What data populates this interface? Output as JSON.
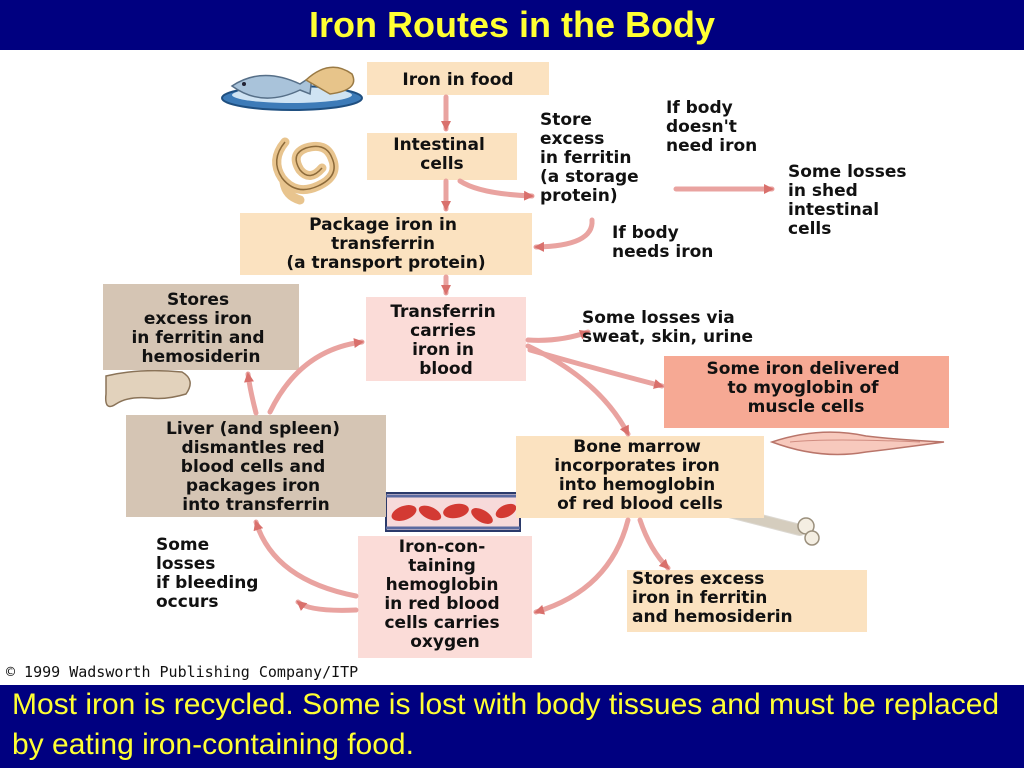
{
  "slide": {
    "title": "Iron Routes in the Body",
    "caption": "Most iron is recycled. Some is lost with body tissues and must be replaced by eating iron-containing food.",
    "copyright": "© 1999 Wadsworth Publishing Company/ITP"
  },
  "colors": {
    "banner": "#000080",
    "banner_text": "#ffff33",
    "box_beige": "#fbe2c0",
    "box_tan": "#d5c5b4",
    "box_pink": "#fbdcd8",
    "box_salmon": "#f6a994",
    "arrow": "#e9a3a0"
  },
  "diagram": {
    "iron_in_food": [
      "Iron in food"
    ],
    "intestinal_cells": [
      "Intestinal",
      "cells"
    ],
    "store_excess_ferritin": [
      "Store",
      "excess",
      "in ferritin",
      "(a storage",
      "protein)"
    ],
    "if_body_doesnt_need": [
      "If body",
      "doesn't",
      "need iron"
    ],
    "losses_intestinal": [
      "Some losses",
      "in shed",
      "intestinal",
      "cells"
    ],
    "if_body_needs": [
      "If body",
      "needs iron"
    ],
    "package_transferrin": [
      "Package iron in",
      "transferrin",
      "(a transport protein)"
    ],
    "transferrin_blood": [
      "Transferrin",
      "carries",
      "iron in",
      "blood"
    ],
    "losses_sweat": [
      "Some losses via",
      "sweat, skin, urine"
    ],
    "myoglobin": [
      "Some iron delivered",
      "to myoglobin of",
      "muscle cells"
    ],
    "bone_marrow": [
      "Bone marrow",
      "incorporates iron",
      "into hemoglobin",
      "of red blood cells"
    ],
    "stores_bone": [
      "Stores excess",
      "iron in ferritin",
      "and hemosiderin"
    ],
    "hemoglobin_rbc": [
      "Iron-con-",
      "taining",
      "hemoglobin",
      "in red blood",
      "cells carries",
      "oxygen"
    ],
    "losses_bleeding": [
      "Some",
      "losses",
      "if bleeding",
      "occurs"
    ],
    "liver_spleen": [
      "Liver (and spleen)",
      "dismantles red",
      "blood cells and",
      "packages iron",
      "into transferrin"
    ],
    "stores_liver": [
      "Stores",
      "excess iron",
      "in ferritin and",
      "hemosiderin"
    ]
  }
}
